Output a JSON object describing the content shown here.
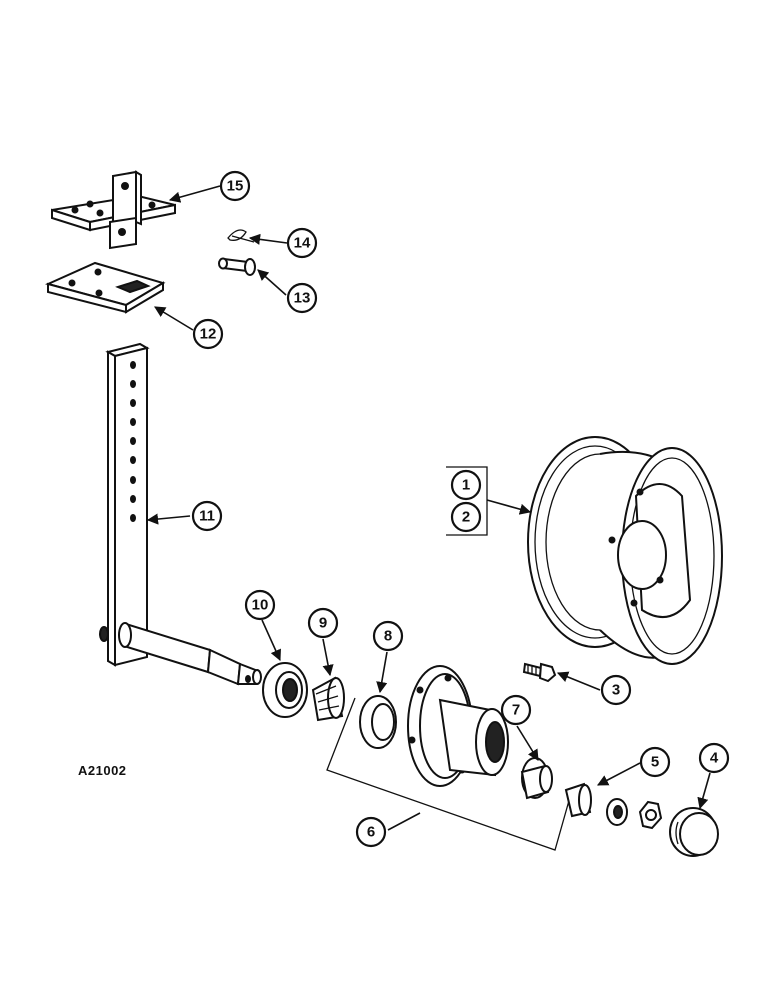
{
  "figure_code": "A21002",
  "callouts": {
    "c1": "1",
    "c2": "2",
    "c3": "3",
    "c4": "4",
    "c5": "5",
    "c6": "6",
    "c7": "7",
    "c8": "8",
    "c9": "9",
    "c10": "10",
    "c11": "11",
    "c12": "12",
    "c13": "13",
    "c14": "14",
    "c15": "15"
  }
}
